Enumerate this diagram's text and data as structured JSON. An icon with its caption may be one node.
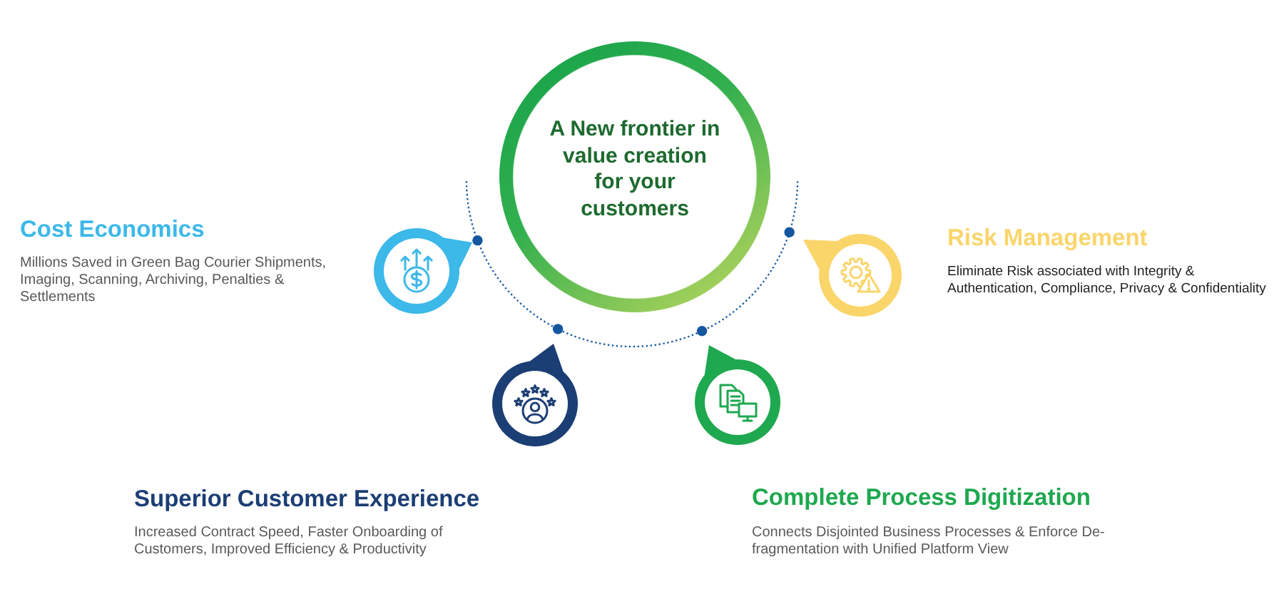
{
  "diagram": {
    "nodes": [
      {
        "text": [
          "A New frontier in value creation for your customers"
        ]
      },
      {
        "text": [],
        "shape": "circle",
        "beside": [
          "Cost Economics",
          "Millions Saved in Green Bag Courier Shipments, Imaging, Scanning, Archiving, Penalties & Settlements"
        ]
      },
      {
        "text": [],
        "shape": "circle",
        "beside": [
          "Risk Management",
          "Eliminate Risk associated with Integrity & Authentication, Compliance, Privacy & Confidentiality"
        ]
      },
      {
        "text": [],
        "shape": "circle",
        "beside": [
          "Superior Customer Experience",
          "Increased Contract Speed, Faster Onboarding of Customers, Improved Efficiency & Productivity"
        ]
      },
      {
        "text": [],
        "shape": "circle",
        "beside": [
          "Complete Process Digitization",
          "Connects Disjointed Business Processes & Enforce De-fragmentation with Unified Platform View"
        ]
      }
    ]
  }
}
